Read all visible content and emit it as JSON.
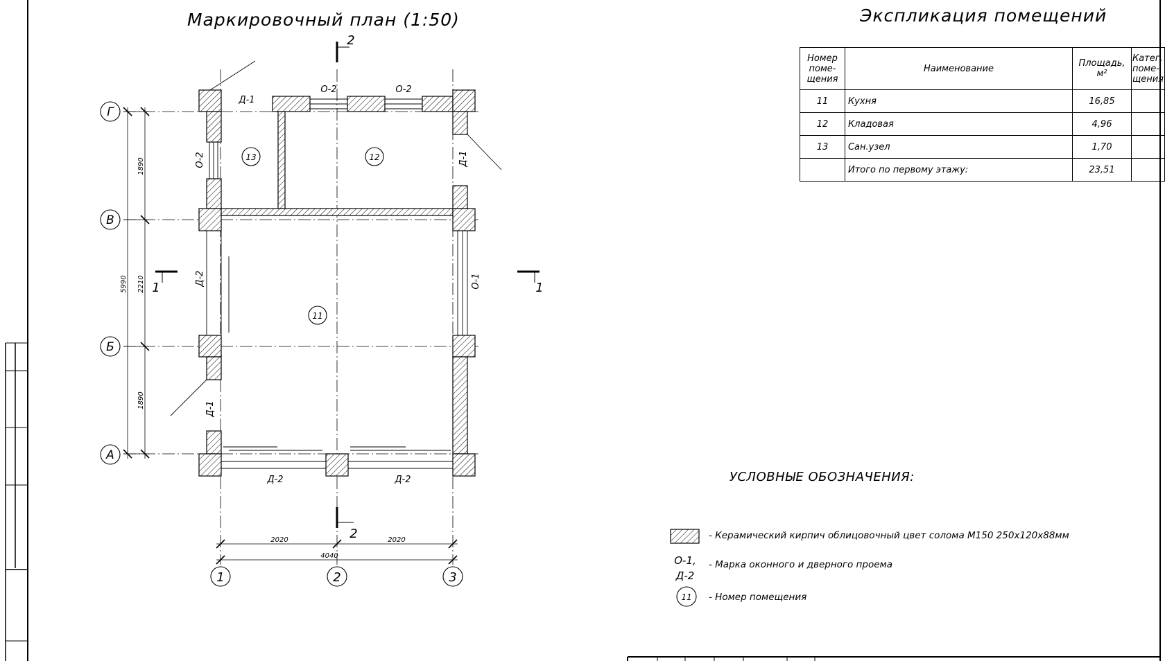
{
  "plan": {
    "title": "Маркировочный план (1:50)",
    "axes_letters": [
      "Г",
      "В",
      "Б",
      "А"
    ],
    "axes_numbers": [
      "1",
      "2",
      "3"
    ],
    "dims_vertical": [
      "1890",
      "2210",
      "1890",
      "5990"
    ],
    "dims_horizontal": [
      "2020",
      "2020",
      "4040"
    ],
    "section_marks": [
      "1",
      "1",
      "2",
      "2"
    ],
    "openings": {
      "d1_top": "Д-1",
      "o2_top_left": "О-2",
      "o2_top_right": "О-2",
      "o2_left": "О-2",
      "d1_right": "Д-1",
      "d2_left": "Д-2",
      "o1_right": "О-1",
      "d1_left": "Д-1",
      "d2_bottom_left": "Д-2",
      "d2_bottom_right": "Д-2"
    },
    "rooms": [
      "13",
      "12",
      "11"
    ]
  },
  "explication": {
    "title": "Экспликация помещений",
    "headers": {
      "number": [
        "Номер",
        "поме-",
        "щения"
      ],
      "name": "Наименование",
      "area": [
        "Площадь,",
        "м²"
      ],
      "category": [
        "Катег.",
        "поме-",
        "щения"
      ]
    },
    "rows": [
      {
        "num": "11",
        "name": "Кухня",
        "area": "16,85"
      },
      {
        "num": "12",
        "name": "Кладовая",
        "area": "4,96"
      },
      {
        "num": "13",
        "name": "Сан.узел",
        "area": "1,70"
      }
    ],
    "total": {
      "label": "Итого по первому этажу:",
      "area": "23,51"
    }
  },
  "legend": {
    "title": "УСЛОВНЫЕ ОБОЗНАЧЕНИЯ:",
    "brick": "- Керамический кирпич облицовочный цвет солома М150 250х120х88мм",
    "mark_symbol_1": "О-1,",
    "mark_symbol_2": "Д-2",
    "mark": "- Марка оконного и дверного проема",
    "room_symbol": "11",
    "room": "- Номер помещения"
  }
}
